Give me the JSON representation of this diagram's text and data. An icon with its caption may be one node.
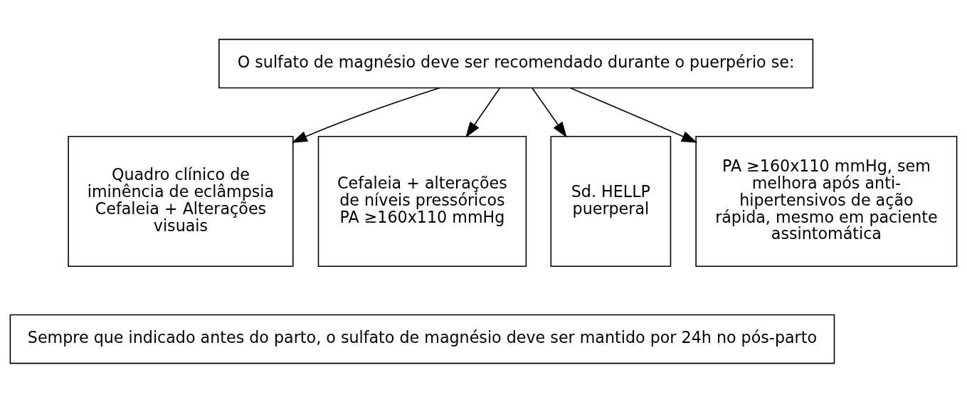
{
  "diagram": {
    "nodes": [
      {
        "text": [
          "O sulfato de magnésio deve ser recomendado durante o puerpério se:"
        ]
      },
      {
        "text": [
          "Quadro clínico de iminência de eclâmpsia",
          "Cefaleia + Alterações visuais"
        ]
      },
      {
        "text": [
          "Cefaleia + alterações de níveis pressóricos",
          "PA ≥160x110 mmHg"
        ]
      },
      {
        "text": [
          "Sd. HELLP puerperal"
        ]
      },
      {
        "text": [
          "PA ≥160x110 mmHg, sem melhora após anti-hipertensivos de ação rápida, mesmo em paciente assintomática"
        ]
      },
      {
        "text": [
          "Sempre que indicado antes do parto, o sulfato de magnésio deve ser mantido por 24h no pós-parto"
        ]
      }
    ],
    "edges": [
      {
        "from": 0,
        "to": 1,
        "arrow": "to"
      },
      {
        "from": 0,
        "to": 2,
        "arrow": "to"
      },
      {
        "from": 0,
        "to": 3,
        "arrow": "to"
      },
      {
        "from": 0,
        "to": 4,
        "arrow": "to"
      }
    ]
  }
}
